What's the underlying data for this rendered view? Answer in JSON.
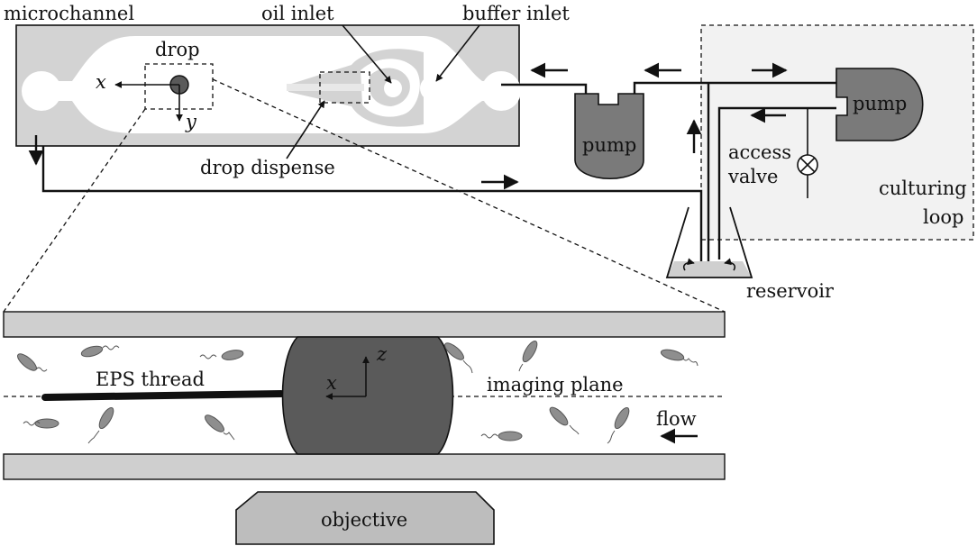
{
  "labels": {
    "microchannel": "microchannel",
    "drop": "drop",
    "oil_inlet": "oil inlet",
    "buffer_inlet": "buffer inlet",
    "drop_dispense": "drop dispense",
    "pump_center": "pump",
    "pump_right": "pump",
    "access_valve_line1": "access",
    "access_valve_line2": "valve",
    "culturing_loop_line1": "culturing",
    "culturing_loop_line2": "loop",
    "reservoir": "reservoir",
    "eps_thread": "EPS thread",
    "imaging_plane": "imaging plane",
    "flow": "flow",
    "objective": "objective"
  },
  "axes": {
    "top_x": "x",
    "top_y": "y",
    "bottom_z": "z",
    "bottom_x": "x"
  },
  "colors": {
    "channel_fill": "#d3d3d3",
    "glass_fill": "#cfcfcf",
    "drop_fill": "#5a5a5a",
    "pump_fill": "#7a7a7a",
    "bacteria_fill": "#8e8e8e",
    "loop_box_fill": "#f2f2f2",
    "line": "#111111"
  }
}
